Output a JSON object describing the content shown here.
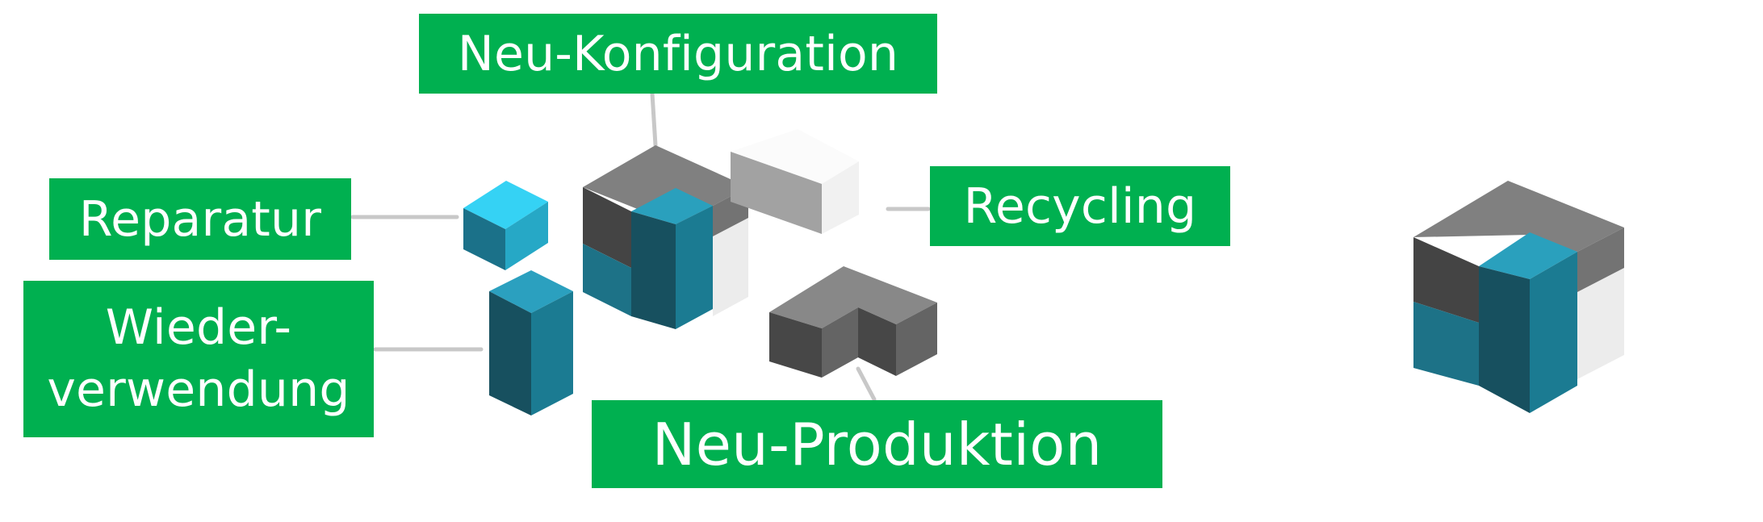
{
  "labels": {
    "neu_konfiguration": "Neu-Konfiguration",
    "recycling": "Recycling",
    "reparatur": "Reparatur",
    "wiederverwendung_line1": "Wieder-",
    "wiederverwendung_line2": "verwendung",
    "neu_produktion": "Neu-Produktion"
  },
  "colors": {
    "label_background": "#00b050",
    "label_text": "#ffffff",
    "connector": "#c8c8c8",
    "teal_light": "#2aa0bd",
    "teal_mid": "#1b7b92",
    "teal_dark": "#17505f",
    "grey_top": "#7f7f7f",
    "grey_dark": "#454545",
    "grey_mid": "#636363",
    "white_face": "#ebebeb"
  }
}
